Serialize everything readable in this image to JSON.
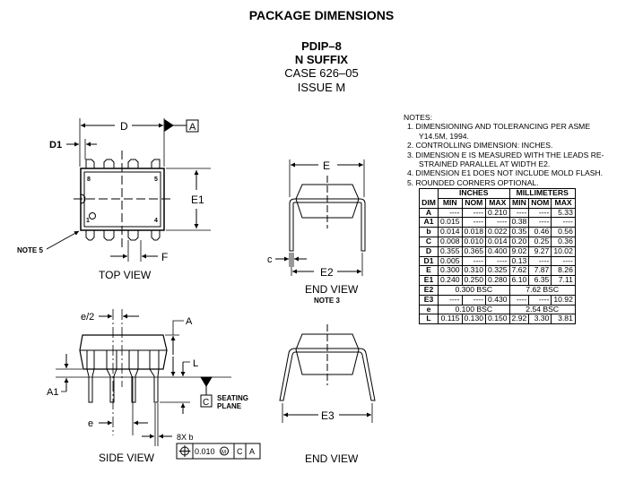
{
  "header": {
    "title": "PACKAGE DIMENSIONS",
    "package": "PDIP–8",
    "suffix": "N SUFFIX",
    "case": "CASE 626–05",
    "issue": "ISSUE M"
  },
  "notes": {
    "heading": "NOTES:",
    "items": [
      "1.  DIMENSIONING AND TOLERANCING PER ASME",
      "Y14.5M, 1994.",
      "2.  CONTROLLING DIMENSION: INCHES.",
      "3.  DIMENSION E IS MEASURED WITH THE LEADS RE-",
      "STRAINED PARALLEL AT WIDTH E2.",
      "4.  DIMENSION E1 DOES NOT INCLUDE MOLD FLASH.",
      "5.  ROUNDED CORNERS OPTIONAL."
    ]
  },
  "table": {
    "group_inches": "INCHES",
    "group_mm": "MILLIMETERS",
    "columns": [
      "DIM",
      "MIN",
      "NOM",
      "MAX",
      "MIN",
      "NOM",
      "MAX"
    ],
    "rows": [
      [
        "A",
        "----",
        "----",
        "0.210",
        "----",
        "----",
        "5.33"
      ],
      [
        "A1",
        "0.015",
        "----",
        "----",
        "0.38",
        "----",
        "----"
      ],
      [
        "b",
        "0.014",
        "0.018",
        "0.022",
        "0.35",
        "0.46",
        "0.56"
      ],
      [
        "C",
        "0.008",
        "0.010",
        "0.014",
        "0.20",
        "0.25",
        "0.36"
      ],
      [
        "D",
        "0.355",
        "0.365",
        "0.400",
        "9.02",
        "9.27",
        "10.02"
      ],
      [
        "D1",
        "0.005",
        "----",
        "----",
        "0.13",
        "----",
        "----"
      ],
      [
        "E",
        "0.300",
        "0.310",
        "0.325",
        "7.62",
        "7.87",
        "8.26"
      ],
      [
        "E1",
        "0.240",
        "0.250",
        "0.280",
        "6.10",
        "6.35",
        "7.11"
      ],
      [
        "E2",
        "0.300 BSC",
        "7.62 BSC"
      ],
      [
        "E3",
        "----",
        "----",
        "0.430",
        "----",
        "----",
        "10.92"
      ],
      [
        "e",
        "0.100 BSC",
        "2.54 BSC"
      ],
      [
        "L",
        "0.115",
        "0.130",
        "0.150",
        "2.92",
        "3.30",
        "3.81"
      ]
    ]
  },
  "top_view": {
    "label": "TOP VIEW",
    "D": "D",
    "D1": "D1",
    "E1": "E1",
    "F": "F",
    "datum_A": "A",
    "note5": "NOTE 5",
    "pin8": "8",
    "pin5": "5",
    "pin1": "1",
    "pin4": "4"
  },
  "side_view": {
    "label": "SIDE VIEW",
    "e_half": "e/2",
    "A": "A",
    "L": "L",
    "A1": "A1",
    "e": "e",
    "b": "8X b",
    "datum_C": "C",
    "seating1": "SEATING",
    "seating2": "PLANE",
    "fcf_tol": "0.010",
    "fcf_mod": "M",
    "fcf_d1": "C",
    "fcf_d2": "A"
  },
  "end_view_1": {
    "label": "END VIEW",
    "note": "NOTE 3",
    "E": "E",
    "E2": "E2",
    "c": "c"
  },
  "end_view_2": {
    "label": "END VIEW",
    "E3": "E3"
  }
}
